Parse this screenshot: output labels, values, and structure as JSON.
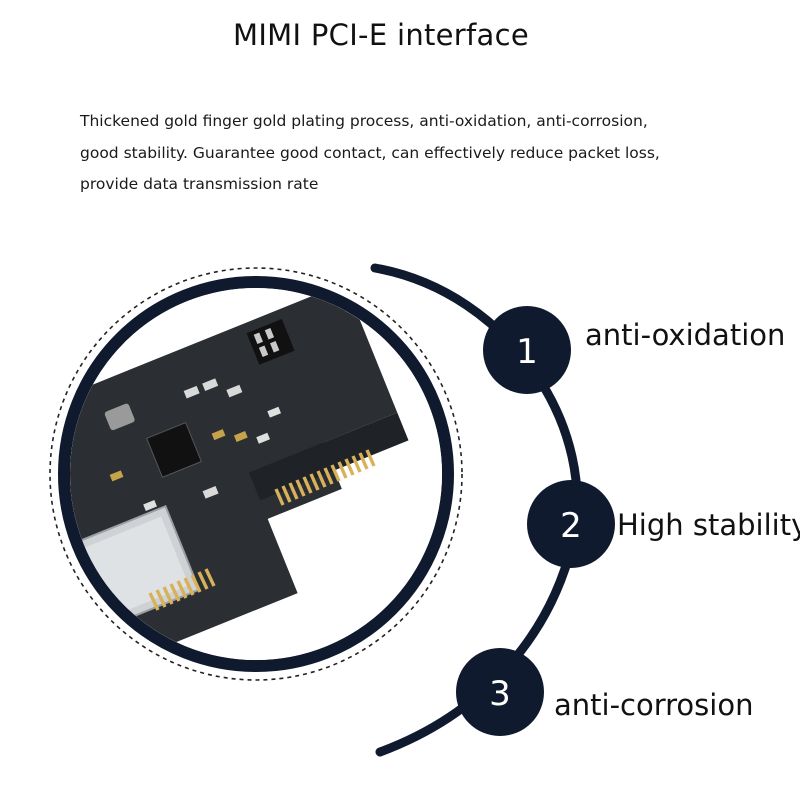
{
  "heading": "MIMI PCI-E interface",
  "description": {
    "line1": "Thickened gold finger gold plating process, anti-oxidation, anti-corrosion,",
    "line2": "good stability. Guarantee good contact, can effectively reduce packet loss,",
    "line3": "provide data transmission rate"
  },
  "features": [
    {
      "number": "1",
      "label": "anti-oxidation"
    },
    {
      "number": "2",
      "label": "High stability"
    },
    {
      "number": "3",
      "label": "anti-corrosion"
    }
  ],
  "colors": {
    "navy": "#0f1a2e",
    "board": "#2b2e33",
    "gold": "#d8b25a"
  }
}
